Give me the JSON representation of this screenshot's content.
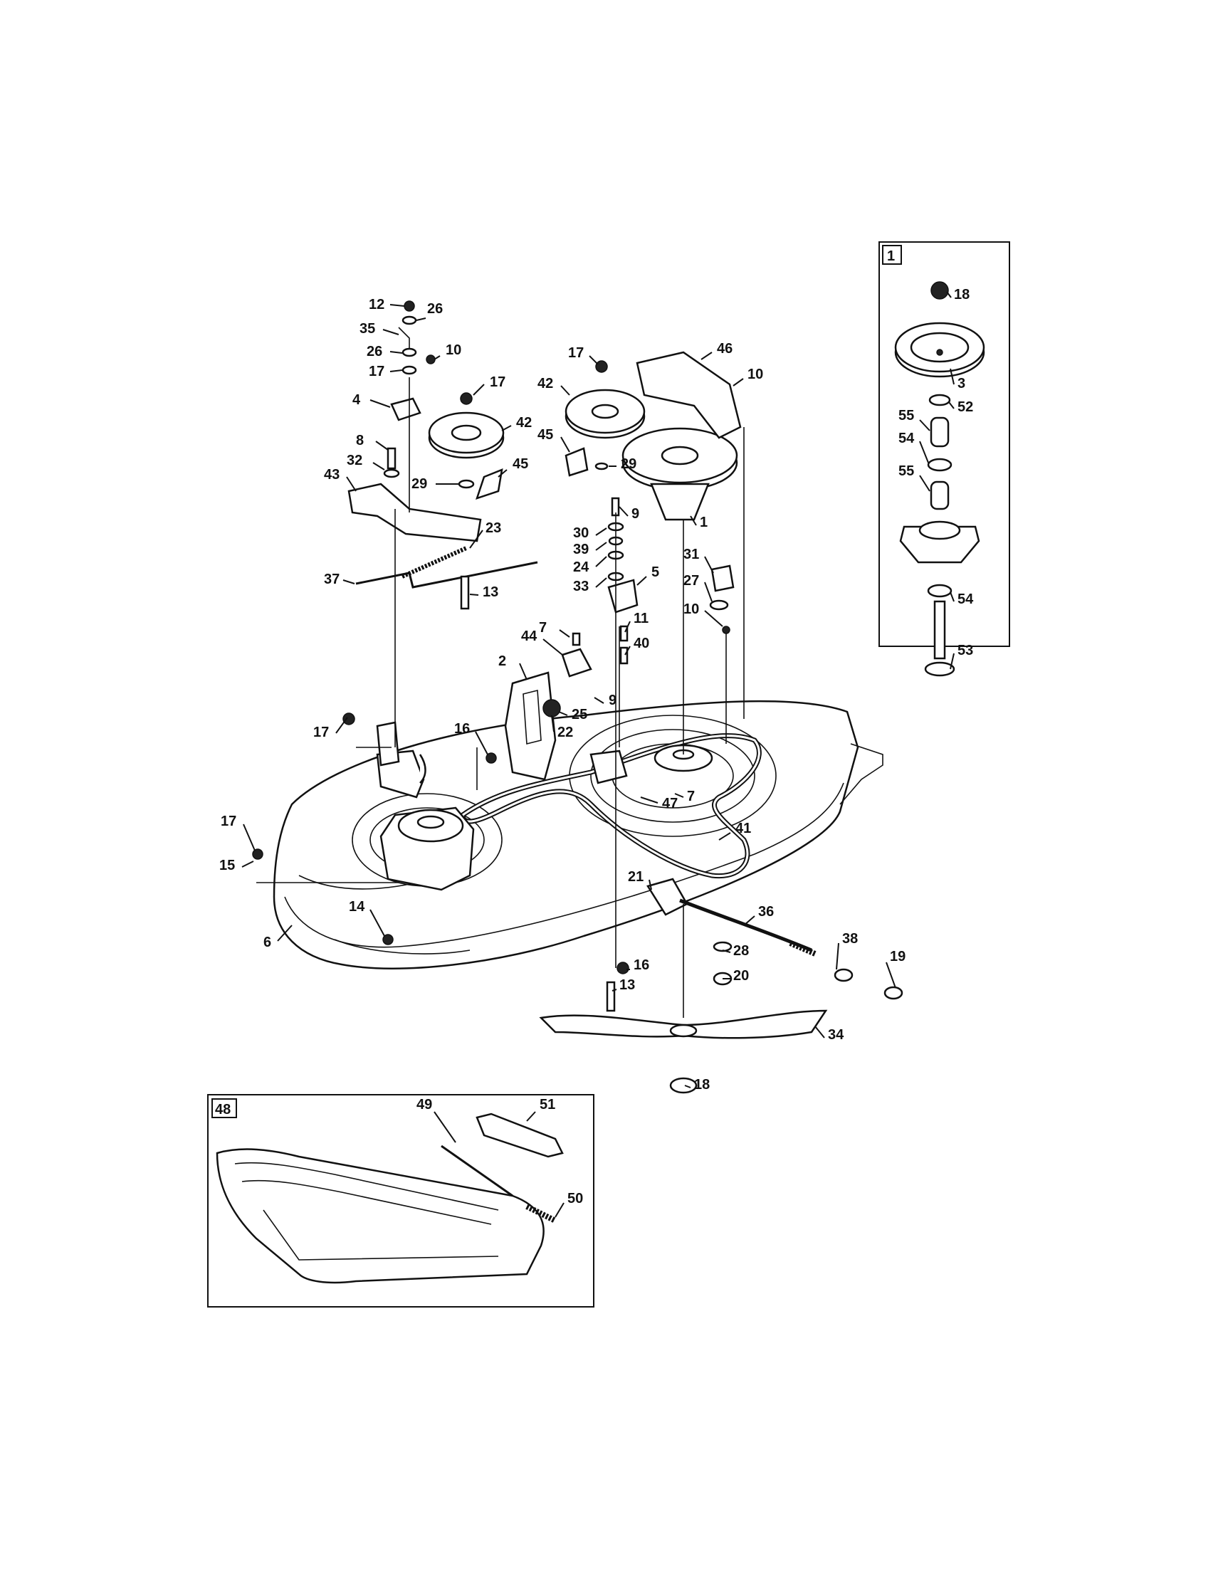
{
  "callouts": [
    "12",
    "26",
    "35",
    "26",
    "10",
    "17",
    "4",
    "17",
    "42",
    "8",
    "32",
    "29",
    "45",
    "43",
    "23",
    "37",
    "13",
    "17",
    "42",
    "45",
    "29",
    "46",
    "10",
    "1",
    "9",
    "30",
    "39",
    "24",
    "33",
    "5",
    "31",
    "27",
    "10",
    "7",
    "44",
    "11",
    "40",
    "2",
    "9",
    "25",
    "22",
    "16",
    "17",
    "47",
    "7",
    "41",
    "17",
    "15",
    "14",
    "6",
    "21",
    "36",
    "28",
    "20",
    "38",
    "19",
    "16",
    "13",
    "34",
    "18",
    "18",
    "3",
    "52",
    "55",
    "54",
    "55",
    "54",
    "53",
    "49",
    "51",
    "50"
  ],
  "inset_spindle_label": "1",
  "inset_mulch_label": "48"
}
